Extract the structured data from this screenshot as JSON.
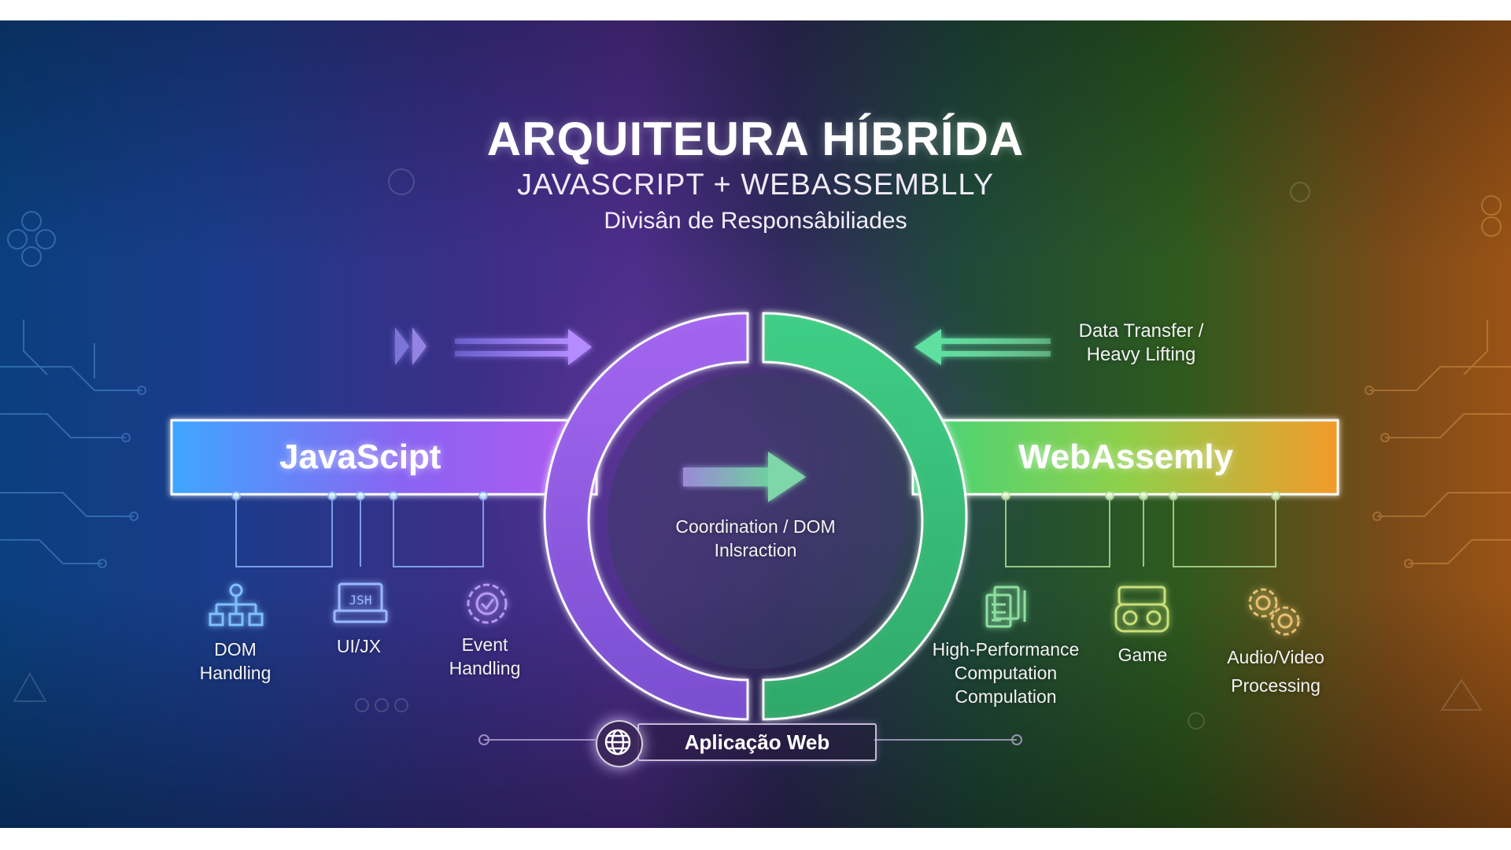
{
  "header": {
    "title": "ARQUITEURA HÍBRÍDA",
    "subtitle": "JAVASCRIPT + WEBASSEMBLLY",
    "caption": "Divisân de Responsâbiliades"
  },
  "left_band": {
    "label": "JavaScipt",
    "nodes": [
      {
        "label": "DOM\nHandling",
        "icon": "hierarchy-icon"
      },
      {
        "label": "UI/JX",
        "icon": "monitor-icon"
      },
      {
        "label": "Event\nHandling",
        "icon": "gear-icon"
      }
    ]
  },
  "right_band": {
    "label": "WebAssemly",
    "nodes": [
      {
        "label": "High-Performance\nComputation\nCompulation",
        "icon": "documents-icon"
      },
      {
        "label": "Game",
        "icon": "gamepad-icon"
      },
      {
        "label": "Audio/Video\nProcessing",
        "icon": "gears-icon"
      }
    ]
  },
  "center": {
    "label": "Coordination / DOM\nInlsraction"
  },
  "data_transfer": {
    "label": "Data Transfer /\nHeavy Lifting"
  },
  "footer": {
    "label": "Aplicação Web",
    "icon": "globe-icon"
  },
  "colors": {
    "js_gradient_start": "#3fa6ff",
    "js_gradient_end": "#a855f7",
    "wasm_gradient_start": "#3ddc84",
    "wasm_gradient_end": "#f59e2b",
    "outline": "#ffffff"
  }
}
